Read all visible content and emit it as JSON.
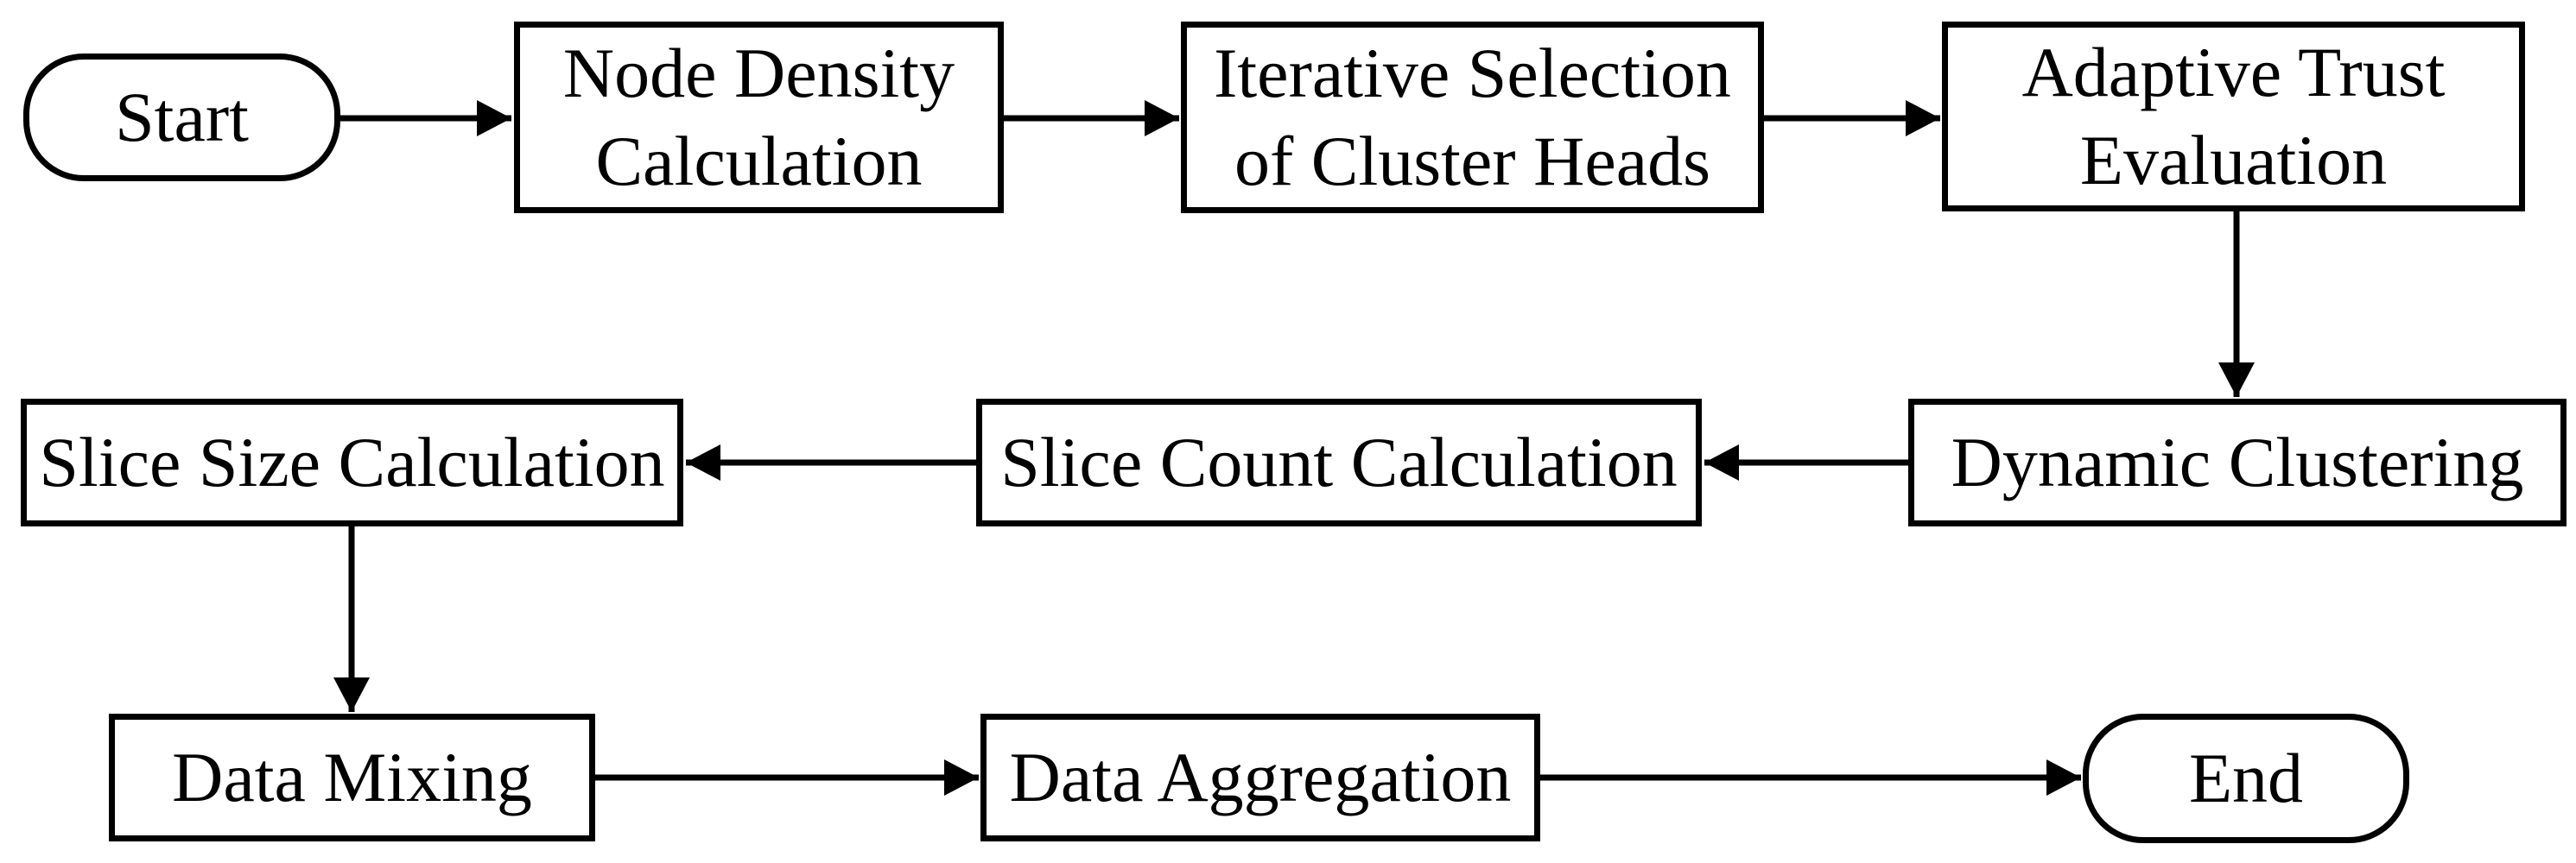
{
  "diagram": {
    "type": "flowchart",
    "colors": {
      "stroke": "#000000",
      "node_fill": "#ffffff",
      "text": "#000000",
      "background": "#ffffff"
    },
    "nodes": [
      {
        "id": "start",
        "label": "Start",
        "shape": "terminator"
      },
      {
        "id": "node-density",
        "label": "Node Density\nCalculation",
        "shape": "process"
      },
      {
        "id": "iterative-selection",
        "label": "Iterative Selection\nof Cluster Heads",
        "shape": "process"
      },
      {
        "id": "adaptive-trust",
        "label": "Adaptive Trust\nEvaluation",
        "shape": "process"
      },
      {
        "id": "dynamic-clustering",
        "label": "Dynamic Clustering",
        "shape": "process"
      },
      {
        "id": "slice-count",
        "label": "Slice Count Calculation",
        "shape": "process"
      },
      {
        "id": "slice-size",
        "label": "Slice Size Calculation",
        "shape": "process"
      },
      {
        "id": "data-mixing",
        "label": "Data Mixing",
        "shape": "process"
      },
      {
        "id": "data-aggregation",
        "label": "Data Aggregation",
        "shape": "process"
      },
      {
        "id": "end",
        "label": "End",
        "shape": "terminator"
      }
    ],
    "edges": [
      {
        "from": "start",
        "to": "node-density"
      },
      {
        "from": "node-density",
        "to": "iterative-selection"
      },
      {
        "from": "iterative-selection",
        "to": "adaptive-trust"
      },
      {
        "from": "adaptive-trust",
        "to": "dynamic-clustering"
      },
      {
        "from": "dynamic-clustering",
        "to": "slice-count"
      },
      {
        "from": "slice-count",
        "to": "slice-size"
      },
      {
        "from": "slice-size",
        "to": "data-mixing"
      },
      {
        "from": "data-mixing",
        "to": "data-aggregation"
      },
      {
        "from": "data-aggregation",
        "to": "end"
      }
    ]
  }
}
